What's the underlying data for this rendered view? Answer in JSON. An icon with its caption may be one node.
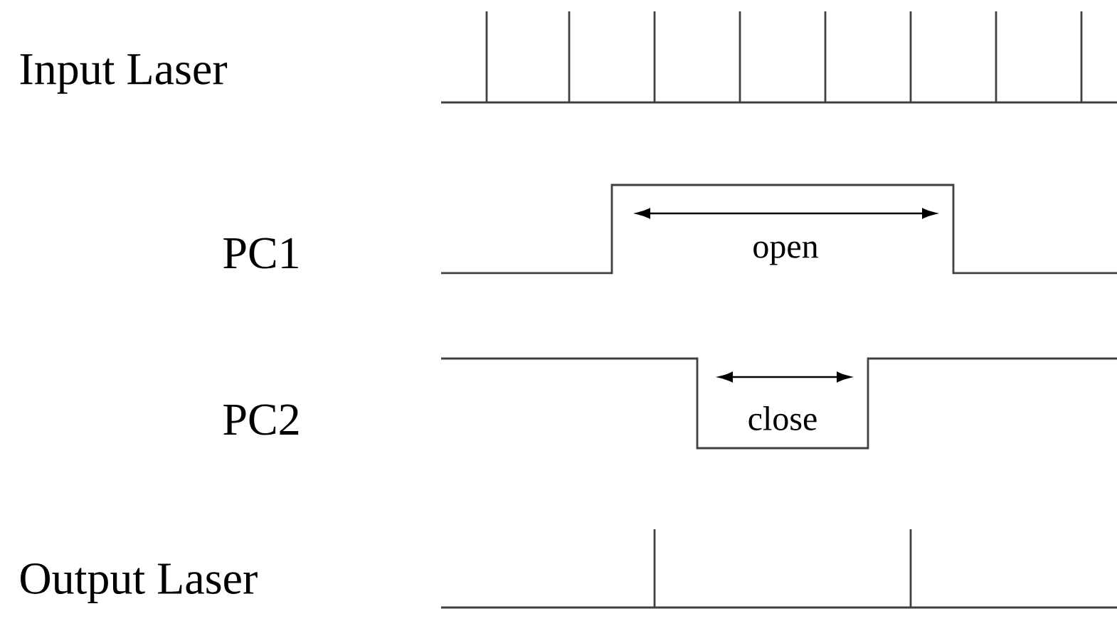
{
  "diagram": {
    "labels": [
      "Input Laser",
      "PC1",
      "open",
      "PC2",
      "close",
      "Output Laser"
    ]
  }
}
